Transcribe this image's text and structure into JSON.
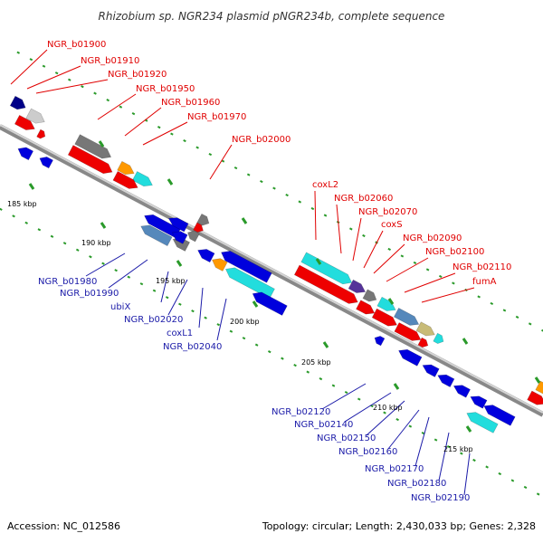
{
  "title": "Rhizobium sp. NGR234 plasmid pNGR234b, complete sequence",
  "footer": {
    "accession": "Accession: NC_012586",
    "summary": "Topology: circular; Length: 2,430,033 bp; Genes: 2,328"
  },
  "colors": {
    "forward": "#ee0000",
    "reverse": "#0000dd",
    "cyan": "#22dddd",
    "gray": "#777777",
    "lightgray": "#cccccc",
    "orange": "#ff9900",
    "steel": "#5588bb",
    "khaki": "#c8bb77",
    "purple": "#553399",
    "navy": "#000088",
    "fwd_label": "#e00000",
    "rev_label": "#1a1aa8"
  },
  "kbp_ticks": [
    "185 kbp",
    "190 kbp",
    "195 kbp",
    "200 kbp",
    "205 kbp",
    "210 kbp",
    "215 kbp"
  ],
  "forward_genes": [
    "NGR_b01900",
    "NGR_b01910",
    "NGR_b01920",
    "NGR_b01950",
    "NGR_b01960",
    "NGR_b01970",
    "NGR_b02000",
    "coxL2",
    "NGR_b02060",
    "NGR_b02070",
    "coxS",
    "NGR_b02090",
    "NGR_b02100",
    "NGR_b02110",
    "fumA"
  ],
  "reverse_genes": [
    "NGR_b01980",
    "NGR_b01990",
    "ubiX",
    "NGR_b02020",
    "coxL1",
    "NGR_b02040",
    "NGR_b02120",
    "NGR_b02140",
    "NGR_b02150",
    "NGR_b02160",
    "NGR_b02170",
    "NGR_b02180",
    "NGR_b02190"
  ]
}
